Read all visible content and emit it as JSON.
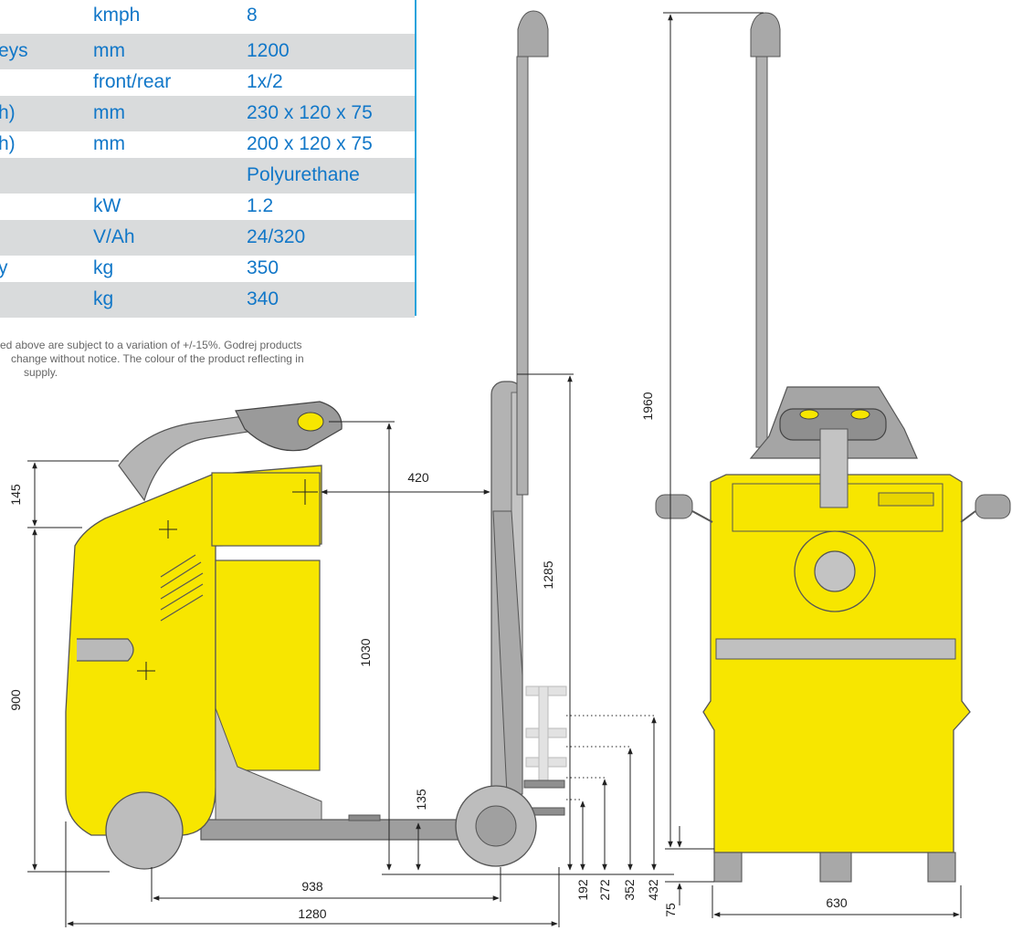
{
  "spec_table": {
    "rows": [
      {
        "label": "",
        "unit": "kmph",
        "value": "8"
      },
      {
        "label": "eys",
        "unit": "mm",
        "value": "1200"
      },
      {
        "label": "",
        "unit": "front/rear",
        "value": "1x/2"
      },
      {
        "label": "h)",
        "unit": "mm",
        "value": "230 x 120 x 75"
      },
      {
        "label": "h)",
        "unit": "mm",
        "value": "200 x 120 x 75"
      },
      {
        "label": "",
        "unit": "",
        "value": "Polyurethane"
      },
      {
        "label": "",
        "unit": "kW",
        "value": "1.2"
      },
      {
        "label": "",
        "unit": "V/Ah",
        "value": "24/320"
      },
      {
        "label": "y",
        "unit": "kg",
        "value": "350"
      },
      {
        "label": "",
        "unit": "kg",
        "value": "340"
      }
    ]
  },
  "disclaimer": {
    "line1": "ed above are subject to a variation of +/-15%. Godrej products",
    "line2": "change without notice. The colour of the product reflecting in",
    "line3": "supply."
  },
  "dimensions": {
    "d145": "145",
    "d900": "900",
    "d420": "420",
    "d1030": "1030",
    "d1285": "1285",
    "d1960": "1960",
    "d135": "135",
    "d938": "938",
    "d1280": "1280",
    "d192": "192",
    "d272": "272",
    "d352": "352",
    "d432": "432",
    "d75": "75",
    "d630": "630"
  },
  "colors": {
    "body_yellow": "#f7e600",
    "mast_grey": "#b3b3b3",
    "accent_blue": "#1177c8",
    "table_border": "#29a3dc",
    "row_shade": "#d9dbdc"
  }
}
